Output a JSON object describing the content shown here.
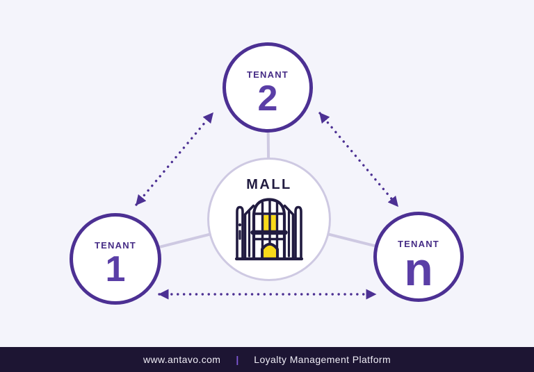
{
  "colors": {
    "background": "#F4F4FB",
    "purple": "#4C3093",
    "purple-dark": "#462C86",
    "purple-number": "#5A3EA6",
    "lavender": "#CEC9E2",
    "navy": "#211B40",
    "yellow": "#F8D91A",
    "footer-bg": "#1D1533",
    "footer-text": "#EFEDF6",
    "separator": "#8059D8"
  },
  "diagram": {
    "center_node": {
      "label": "MALL",
      "icon": "mall-building-icon"
    },
    "nodes": [
      {
        "id": "tenant-2",
        "label": "TENANT",
        "value": "2",
        "position": "top"
      },
      {
        "id": "tenant-1",
        "label": "TENANT",
        "value": "1",
        "position": "bottom-left"
      },
      {
        "id": "tenant-n",
        "label": "TENANT",
        "value": "n",
        "position": "bottom-right"
      }
    ],
    "connections": [
      {
        "from": "mall",
        "to": "tenant-2",
        "style": "solid-line"
      },
      {
        "from": "mall",
        "to": "tenant-1",
        "style": "solid-line"
      },
      {
        "from": "mall",
        "to": "tenant-n",
        "style": "solid-line"
      },
      {
        "from": "tenant-1",
        "to": "tenant-2",
        "style": "dotted-double-arrow"
      },
      {
        "from": "tenant-2",
        "to": "tenant-n",
        "style": "dotted-double-arrow"
      },
      {
        "from": "tenant-1",
        "to": "tenant-n",
        "style": "dotted-double-arrow"
      }
    ]
  },
  "footer": {
    "website": "www.antavo.com",
    "separator": "|",
    "tagline": "Loyalty Management Platform"
  }
}
